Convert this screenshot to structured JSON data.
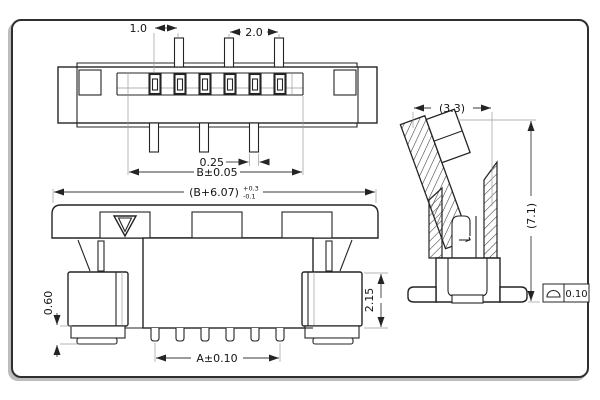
{
  "drawing": {
    "type": "engineering-dimension-drawing",
    "subject": "FPC/FFC connector, three orthographic views",
    "line_color": "#242424",
    "frame_shadow_color": "#bdbdbd",
    "dims": {
      "top": {
        "pin_offset": "1.0",
        "pin_pitch": "2.0",
        "tail_width": "0.25",
        "contact_span": "B±0.05"
      },
      "front": {
        "overall_width": "(B+6.07)",
        "overall_width_tol_upper": "+0.3",
        "overall_width_tol_lower": "-0.1",
        "pad_height": "0.60",
        "body_height": "2.15",
        "terminal_span": "A±0.10"
      },
      "side": {
        "depth": "(3.3)",
        "height": "(7.1)"
      },
      "tolerance_frame": {
        "symbol": "profile-of-surface",
        "value": "0.10"
      }
    }
  }
}
